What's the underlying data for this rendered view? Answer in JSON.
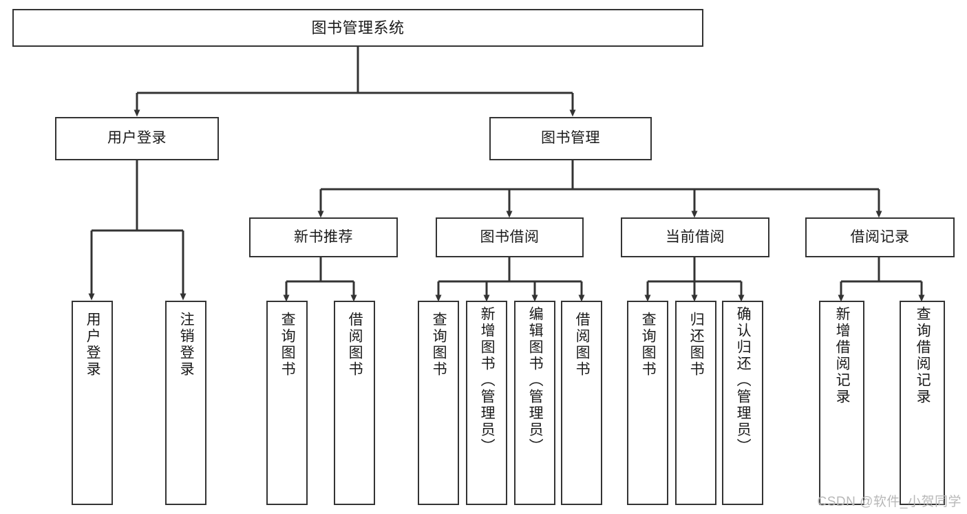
{
  "diagram": {
    "title": "图书管理系统",
    "type": "tree-hierarchy-chart",
    "watermark": "CSDN @软件_小贺同学",
    "stroke_color": "#333333",
    "fill_color": "#ffffff",
    "text_color": "#1a1a1a",
    "nodes": {
      "root": {
        "label": "图书管理系统"
      },
      "level2": [
        {
          "id": "user-login",
          "label": "用户登录"
        },
        {
          "id": "book-management",
          "label": "图书管理"
        }
      ],
      "level3": [
        {
          "id": "new-book-recommend",
          "label": "新书推荐"
        },
        {
          "id": "book-borrow",
          "label": "图书借阅"
        },
        {
          "id": "current-borrow",
          "label": "当前借阅"
        },
        {
          "id": "borrow-record",
          "label": "借阅记录"
        }
      ],
      "leaves": {
        "user-login": [
          {
            "id": "leaf-user-login",
            "label": "用户登录"
          },
          {
            "id": "leaf-logout-login",
            "label": "注销登录"
          }
        ],
        "new-book-recommend": [
          {
            "id": "leaf-query-book-1",
            "label": "查询图书"
          },
          {
            "id": "leaf-borrow-book-1",
            "label": "借阅图书"
          }
        ],
        "book-borrow": [
          {
            "id": "leaf-query-book-2",
            "label": "查询图书"
          },
          {
            "id": "leaf-add-book",
            "label": "新增图书（管理员）"
          },
          {
            "id": "leaf-edit-book",
            "label": "编辑图书（管理员）"
          },
          {
            "id": "leaf-borrow-book-2",
            "label": "借阅图书"
          }
        ],
        "current-borrow": [
          {
            "id": "leaf-query-book-3",
            "label": "查询图书"
          },
          {
            "id": "leaf-return-book",
            "label": "归还图书"
          },
          {
            "id": "leaf-confirm-return",
            "label": "确认归还（管理员）"
          }
        ],
        "borrow-record": [
          {
            "id": "leaf-add-record",
            "label": "新增借阅记录"
          },
          {
            "id": "leaf-query-record",
            "label": "查询借阅记录"
          }
        ]
      }
    }
  }
}
